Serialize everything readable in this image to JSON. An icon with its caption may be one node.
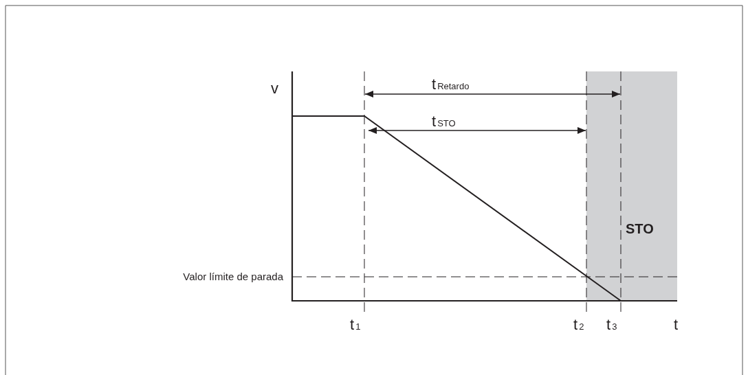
{
  "diagram": {
    "nodes": [
      {
        "text": [
          "STO"
        ]
      }
    ],
    "labels": [
      "v",
      "t$_{Retardo}$",
      "t$_{STO}$",
      "Valor límite de parada",
      "t$_{1}$",
      "t$_{2}$",
      "t$_{3}$",
      "t"
    ]
  }
}
